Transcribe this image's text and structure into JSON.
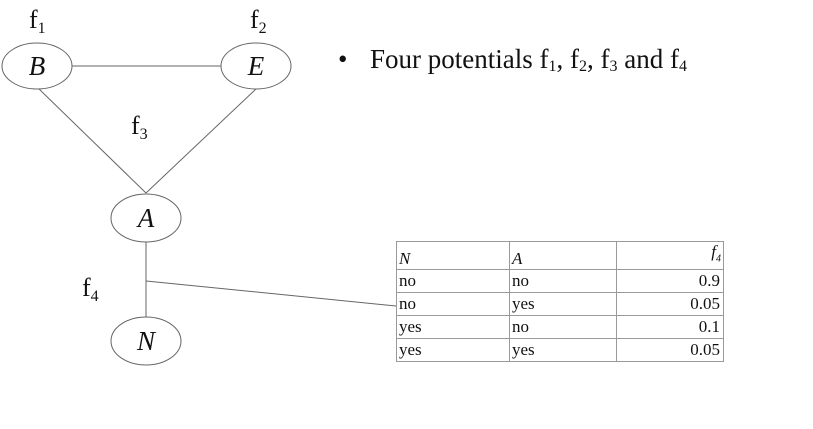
{
  "nodes": {
    "b": "B",
    "e": "E",
    "a": "A",
    "n": "N"
  },
  "factor_labels": {
    "f1": {
      "base": "f",
      "sub": "1"
    },
    "f2": {
      "base": "f",
      "sub": "2"
    },
    "f3": {
      "base": "f",
      "sub": "3"
    },
    "f4": {
      "base": "f",
      "sub": "4"
    }
  },
  "bullet": {
    "text_prefix": "Four potentials ",
    "f": "f",
    "s1": "1",
    "s2": "2",
    "s3": "3",
    "s4": "4",
    "sep1": ", ",
    "sep2": ", ",
    "and": " and ",
    "bullet_glyph": "•"
  },
  "table": {
    "headers": {
      "n": "N",
      "a": "A",
      "f": "f",
      "f_sub": "4"
    },
    "rows": [
      {
        "n": "no",
        "a": "no",
        "v": "0.9"
      },
      {
        "n": "no",
        "a": "yes",
        "v": "0.05"
      },
      {
        "n": "yes",
        "a": "no",
        "v": "0.1"
      },
      {
        "n": "yes",
        "a": "yes",
        "v": "0.05"
      }
    ]
  }
}
